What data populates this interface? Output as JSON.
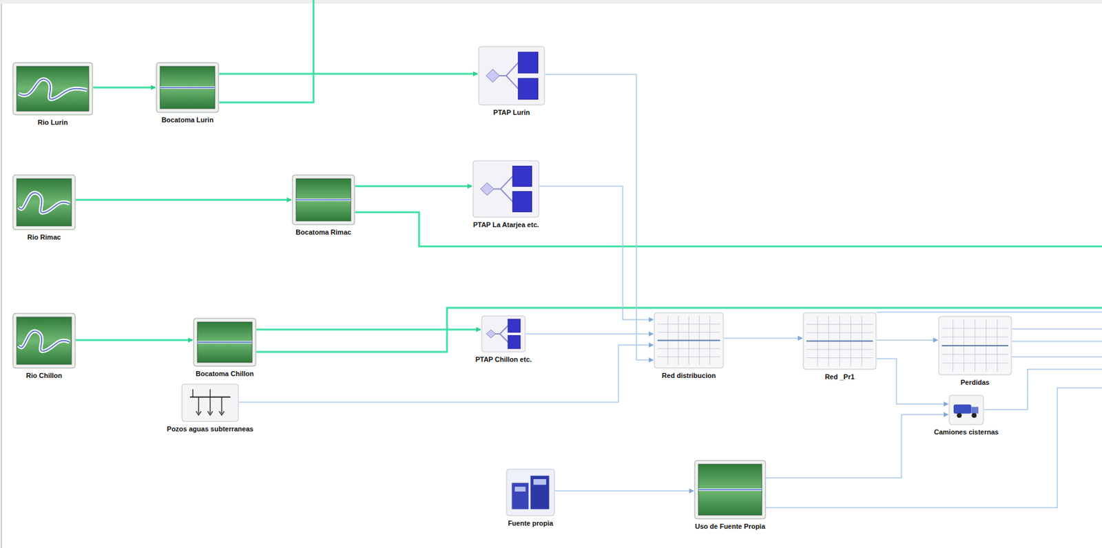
{
  "diagram": {
    "nodes": [
      {
        "text": [
          "Rio Lurin"
        ]
      },
      {
        "text": [
          "Bocatoma Lurin"
        ]
      },
      {
        "text": [
          "PTAP Lurin"
        ]
      },
      {
        "text": [
          "Rio Rimac"
        ]
      },
      {
        "text": [
          "Bocatoma Rimac"
        ]
      },
      {
        "text": [
          "PTAP La Atarjea etc."
        ]
      },
      {
        "text": [
          "Rio Chillon"
        ]
      },
      {
        "text": [
          "Bocatoma Chillon"
        ]
      },
      {
        "text": [
          "Pozos aguas subterraneas"
        ]
      },
      {
        "text": [
          "PTAP Chillon etc."
        ]
      },
      {
        "text": [
          "Red distribucion"
        ]
      },
      {
        "text": [
          "Red _Pr1"
        ]
      },
      {
        "text": [
          "Perdidas"
        ]
      },
      {
        "text": [
          "Camiones cisternas"
        ]
      },
      {
        "text": [
          "Fuente propia"
        ]
      },
      {
        "text": [
          "Uso de Fuente Propia"
        ]
      }
    ],
    "edges": [
      {
        "from": 0,
        "to": 1,
        "arrow": "to"
      },
      {
        "from": 1,
        "to": 2,
        "arrow": "to"
      },
      {
        "from": 2,
        "to": 10,
        "arrow": "to"
      },
      {
        "from": 3,
        "to": 4,
        "arrow": "to"
      },
      {
        "from": 4,
        "to": 5,
        "arrow": "to"
      },
      {
        "from": 5,
        "to": 10,
        "arrow": "to"
      },
      {
        "from": 6,
        "to": 7,
        "arrow": "to"
      },
      {
        "from": 7,
        "to": 9,
        "arrow": "to"
      },
      {
        "from": 9,
        "to": 10,
        "arrow": "to"
      },
      {
        "from": 8,
        "to": 10,
        "arrow": "to"
      },
      {
        "from": 10,
        "to": 11,
        "arrow": "to"
      },
      {
        "from": 11,
        "to": 12,
        "arrow": "to"
      },
      {
        "from": 11,
        "to": 13,
        "arrow": "to"
      },
      {
        "from": 15,
        "to": 13,
        "arrow": "to"
      },
      {
        "from": 14,
        "to": 15,
        "arrow": "to"
      }
    ]
  }
}
